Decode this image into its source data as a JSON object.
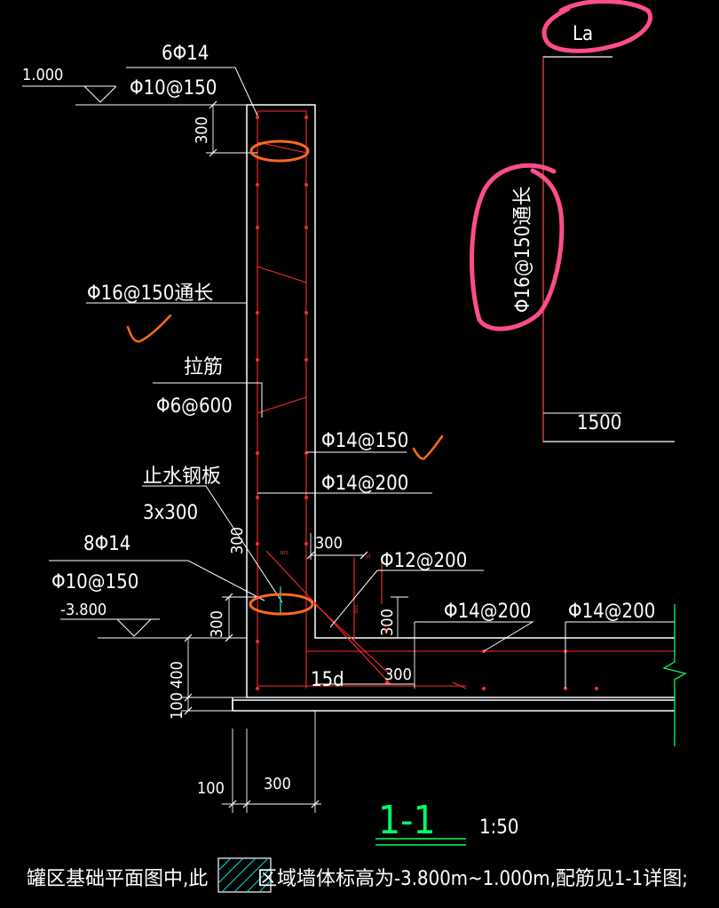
{
  "drawing": {
    "labels": {
      "la": "La",
      "elev_top": "1.000",
      "elev_bottom": "-3.800",
      "top_bars_count": "6Φ14",
      "top_stirrup": "Φ10@150",
      "vertical_bar": "Φ16@150通长",
      "vertical_bar_right": "Φ16@150通长",
      "tie_bar_title": "拉筋",
      "tie_bar": "Φ6@600",
      "inner_bar_1": "Φ14@150",
      "inner_bar_2": "Φ14@200",
      "waterstop_title": "止水钢板",
      "waterstop_size": "3x300",
      "bottom_bars_count": "8Φ14",
      "bottom_stirrup": "Φ10@150",
      "corner_bar": "Φ12@200",
      "slab_bar_1": "Φ14@200",
      "slab_bar_2": "Φ14@200",
      "dim_1500": "1500",
      "dim_300_top": "300",
      "dim_300_wall": "300",
      "dim_300_haunch": "300",
      "dim_300_left": "300",
      "dim_300_right": "300",
      "dim_300_slab": "300",
      "dim_400": "400",
      "dim_100_vert": "100",
      "dim_100_bottom": "100",
      "dim_300_bottom": "300",
      "anchor_15d": "15d",
      "tiny_a": "B15",
      "tiny_b": "15",
      "tiny_c": "B15",
      "tiny_d": "B15",
      "section_mark": "1-1",
      "scale": "1:50",
      "note_left": "罐区基础平面图中,此",
      "note_right": "区域墙体标高为-3.800m~1.000m,配筋见1-1详图;"
    },
    "colors": {
      "background": "#000000",
      "lines": "#ffffff",
      "rebar": "#ff2a2a",
      "markup_pink": "#ff4d8a",
      "markup_orange": "#ff6a1a",
      "section_underline": "#00ff66",
      "hatch": "#00e0e0",
      "break_line": "#00ff66"
    }
  }
}
